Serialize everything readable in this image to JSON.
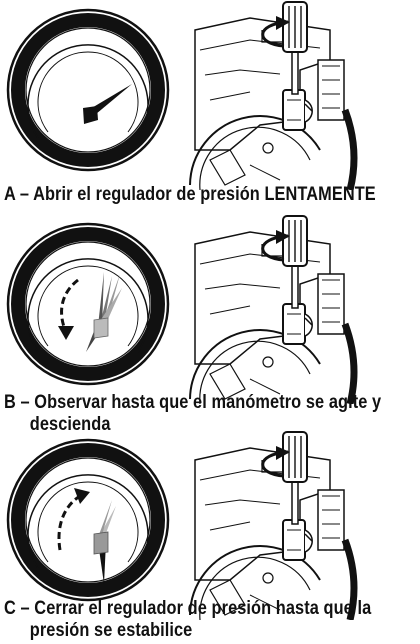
{
  "steps": [
    {
      "id": "A",
      "caption": "A – Abrir el regulador de presión LENTAMENTE"
    },
    {
      "id": "B",
      "caption_line1": "B – Observar hasta que el manómetro se agite y",
      "caption_line2": "descienda"
    },
    {
      "id": "C",
      "caption_line1": "C – Cerrar el regulador de presión hasta que la",
      "caption_line2": "presión se estabilice"
    }
  ],
  "icons": [
    "pressure-gauge-icon",
    "screwdriver-icon",
    "rotation-arrow-icon",
    "pressure-regulator-icon",
    "gauge-needle-icon"
  ]
}
